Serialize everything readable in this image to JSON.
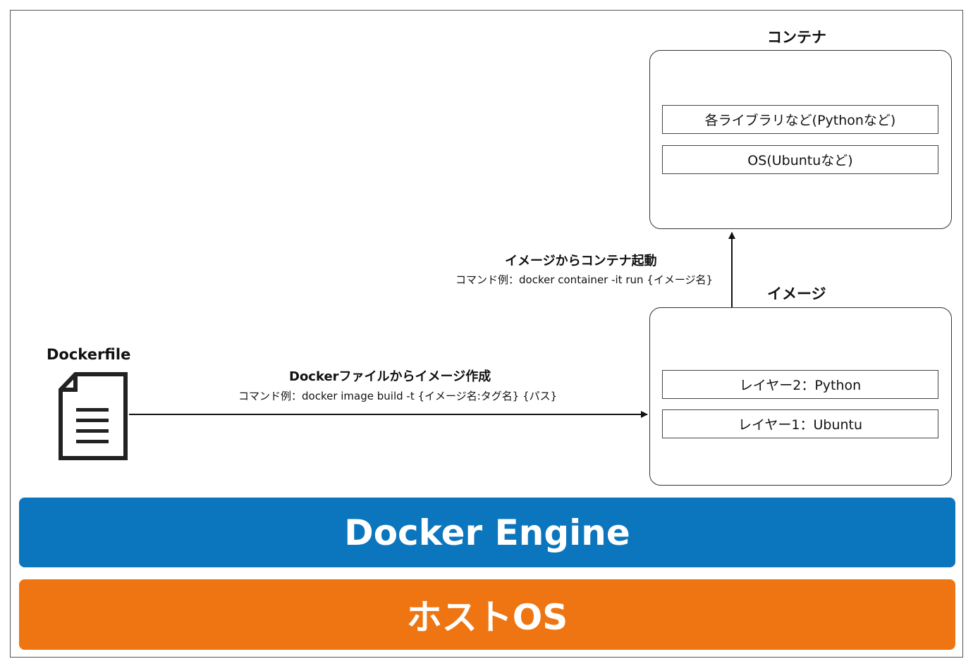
{
  "dockerfile": {
    "title": "Dockerfile",
    "icon": "document-icon"
  },
  "build_arrow": {
    "title": "Dockerファイルからイメージ作成",
    "command": "コマンド例：docker image build -t {イメージ名:タグ名} {パス}"
  },
  "run_arrow": {
    "title": "イメージからコンテナ起動",
    "command": "コマンド例：docker container -it run {イメージ名}"
  },
  "container": {
    "title": "コンテナ",
    "layers": [
      "各ライブラリなど(Pythonなど)",
      "OS(Ubuntuなど)"
    ]
  },
  "image": {
    "title": "イメージ",
    "layers": [
      "レイヤー2：Python",
      "レイヤー1：Ubuntu"
    ]
  },
  "engine": {
    "label": "Docker Engine",
    "color": "#0b76bd"
  },
  "host": {
    "label": "ホストOS",
    "color": "#ee7512"
  }
}
